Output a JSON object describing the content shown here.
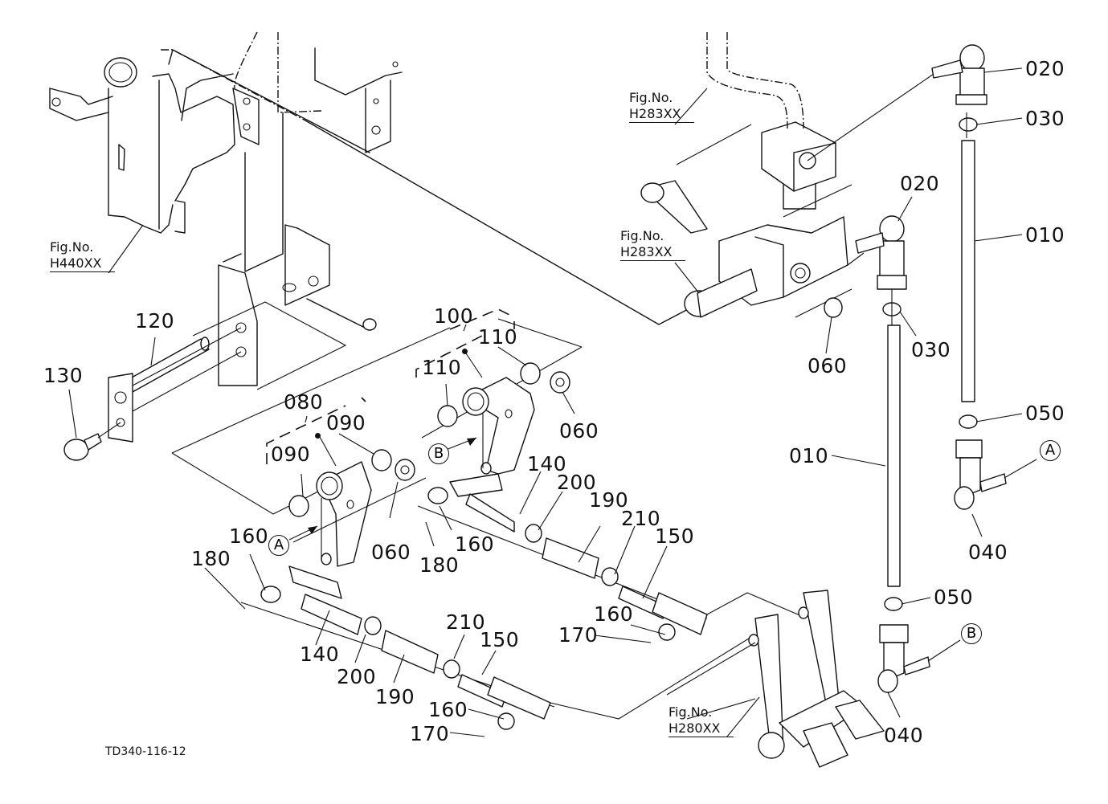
{
  "diagram": {
    "type": "exploded-parts-diagram",
    "document_id": "TD340-116-12",
    "figure_references": [
      {
        "label": "Fig.No.",
        "code": "H440XX"
      },
      {
        "label": "Fig.No.",
        "code": "H283XX"
      },
      {
        "label": "Fig.No.",
        "code": "H283XX"
      },
      {
        "label": "Fig.No.",
        "code": "H280XX"
      }
    ],
    "connection_markers": [
      "A",
      "B",
      "A",
      "B"
    ],
    "part_callouts": [
      "020",
      "030",
      "010",
      "020",
      "060",
      "030",
      "010",
      "050",
      "040",
      "050",
      "040",
      "120",
      "130",
      "100",
      "110",
      "110",
      "060",
      "080",
      "090",
      "090",
      "060",
      "140",
      "200",
      "190",
      "210",
      "150",
      "160",
      "170",
      "180",
      "160",
      "180",
      "160",
      "140",
      "200",
      "190",
      "210",
      "150",
      "160",
      "170"
    ]
  }
}
